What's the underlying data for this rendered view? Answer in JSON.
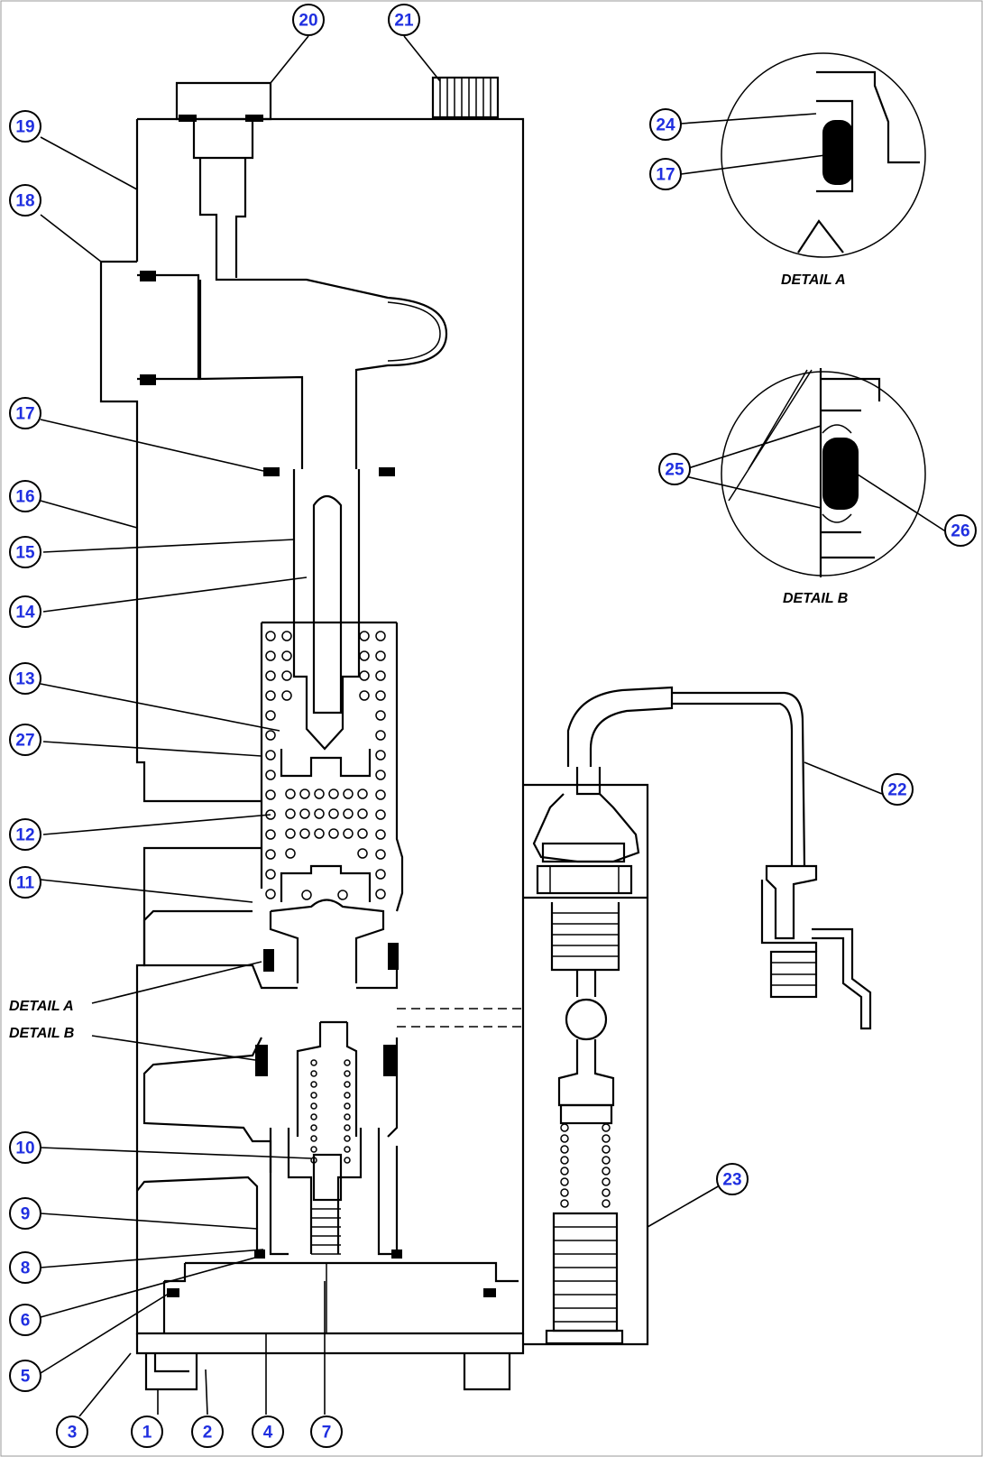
{
  "callouts": [
    {
      "n": "20",
      "label": "20"
    },
    {
      "n": "21",
      "label": "21"
    },
    {
      "n": "19",
      "label": "19"
    },
    {
      "n": "18",
      "label": "18"
    },
    {
      "n": "17",
      "label": "17"
    },
    {
      "n": "16",
      "label": "16"
    },
    {
      "n": "15",
      "label": "15"
    },
    {
      "n": "14",
      "label": "14"
    },
    {
      "n": "13",
      "label": "13"
    },
    {
      "n": "27",
      "label": "27"
    },
    {
      "n": "12",
      "label": "12"
    },
    {
      "n": "11",
      "label": "11"
    },
    {
      "n": "10",
      "label": "10"
    },
    {
      "n": "9",
      "label": "9"
    },
    {
      "n": "8",
      "label": "8"
    },
    {
      "n": "6",
      "label": "6"
    },
    {
      "n": "5",
      "label": "5"
    },
    {
      "n": "3",
      "label": "3"
    },
    {
      "n": "1",
      "label": "1"
    },
    {
      "n": "2",
      "label": "2"
    },
    {
      "n": "4",
      "label": "4"
    },
    {
      "n": "7",
      "label": "7"
    },
    {
      "n": "24",
      "label": "24"
    },
    {
      "n": "17b",
      "label": "17"
    },
    {
      "n": "25",
      "label": "25"
    },
    {
      "n": "26",
      "label": "26"
    },
    {
      "n": "22",
      "label": "22"
    },
    {
      "n": "23",
      "label": "23"
    }
  ],
  "labels": {
    "detail_a_caption": "DETAIL A",
    "detail_b_caption": "DETAIL B",
    "detail_a_ref": "DETAIL A",
    "detail_b_ref": "DETAIL B"
  },
  "colors": {
    "callout_text": "#1f2fe0",
    "line": "#000000",
    "background": "#ffffff"
  }
}
